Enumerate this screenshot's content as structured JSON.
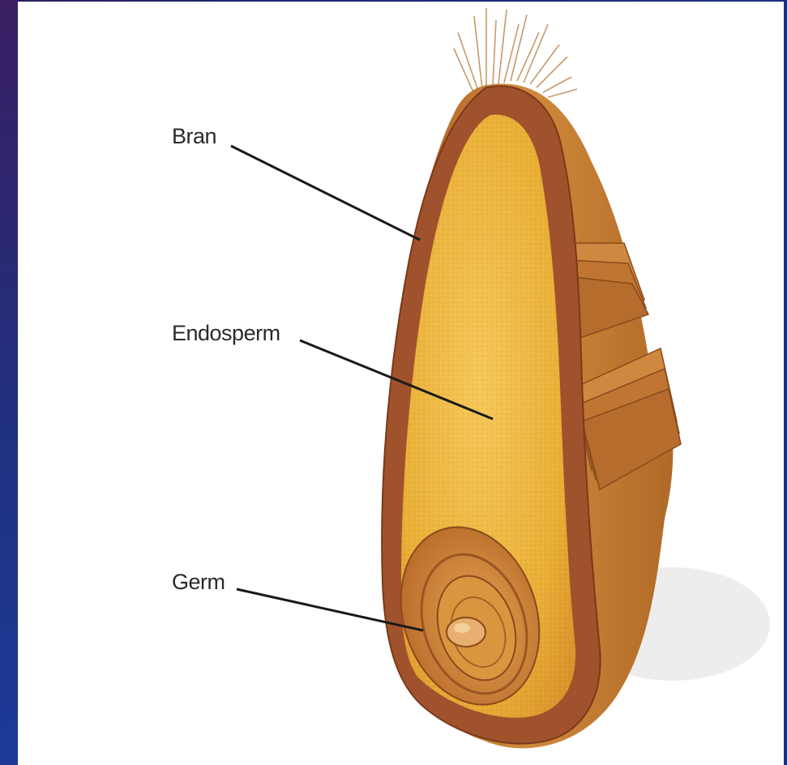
{
  "labels": {
    "bran": "Bran",
    "endosperm": "Endosperm",
    "germ": "Germ"
  },
  "colors": {
    "background": "#1f2a78",
    "slide": "#ffffff",
    "bran": "#a0522d",
    "endosperm": "#e8b13a",
    "germ": "#c8842e",
    "leader": "#1a1a1a"
  }
}
